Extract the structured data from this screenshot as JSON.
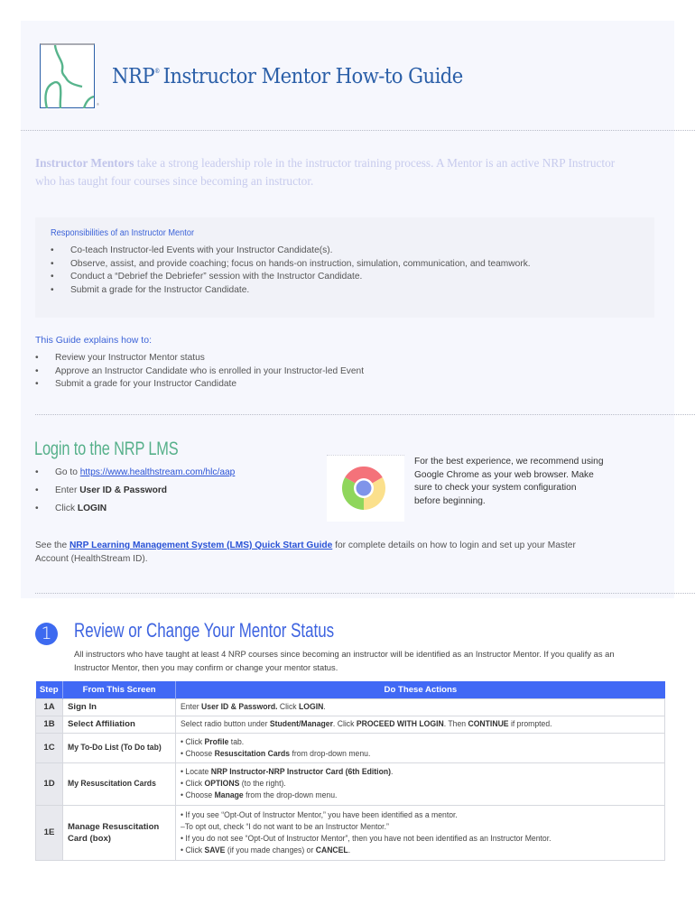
{
  "header": {
    "title_prefix": "NRP",
    "title_reg": "®",
    "title_rest": "Instructor Mentor How-to Guide",
    "logo_reg": "®"
  },
  "intro": {
    "bold": "Instructor Mentors",
    "text": " take a strong leadership role in the instructor training process. A Mentor is an active NRP Instructor who has taught four courses since becoming an instructor."
  },
  "responsibilities": {
    "title": "Responsibilities of an Instructor Mentor",
    "bullet": "•",
    "items": [
      "Co-teach Instructor-led Events with your Instructor Candidate(s).",
      "Observe, assist, and provide coaching; focus on hands-on instruction, simulation, communication, and teamwork.",
      "Conduct a “Debrief the Debriefer” session with the Instructor Candidate.",
      "Submit a grade for the Instructor Candidate."
    ]
  },
  "guide": {
    "title": "This Guide explains how to:",
    "items": [
      "Review your Instructor Mentor status",
      "Approve an Instructor Candidate who is enrolled in your Instructor-led Event",
      "Submit a grade for your Instructor Candidate"
    ]
  },
  "login": {
    "title": "Login to the NRP LMS",
    "item1_prefix": "Go to ",
    "item1_link": "https://www.healthstream.com/hlc/aap",
    "item2_prefix": "Enter ",
    "item2_bold": "User ID & Password",
    "item3_prefix": "Click ",
    "item3_bold": "LOGIN",
    "chrome_note": "For the best experience, we recommend using Google Chrome as your web browser. Make sure to check your system configuration before beginning.",
    "chrome_icon": "chrome-icon",
    "lms_note_prefix": "See the ",
    "lms_note_link": "NRP Learning Management System (LMS) Quick Start Guide",
    "lms_note_suffix": " for complete details on how to login and set up your Master Account (HealthStream ID)."
  },
  "section1": {
    "number": "1",
    "title": "Review or Change Your Mentor Status",
    "description": "All instructors who have taught at least 4 NRP courses since becoming an instructor will be identified as an Instructor Mentor. If you qualify as an Instructor Mentor, then you may confirm or change your mentor status.",
    "table": {
      "headers": [
        "Step",
        "From This Screen",
        "Do These Actions"
      ],
      "rows": [
        {
          "step": "1A",
          "screen": "Sign In"
        },
        {
          "step": "1B",
          "screen": "Select Affiliation"
        },
        {
          "step": "1C",
          "screen": "My To-Do List (To Do tab)"
        },
        {
          "step": "1D",
          "screen": "My Resuscitation Cards"
        },
        {
          "step": "1E",
          "screen": "Manage Resuscitation Card (box)"
        }
      ],
      "actions": {
        "r1": {
          "a": "Enter ",
          "b": "User ID & Password.",
          "c": " Click ",
          "d": "LOGIN",
          "e": "."
        },
        "r2": {
          "a": "Select radio button under ",
          "b": "Student/Manager",
          "c": ". Click ",
          "d": "PROCEED WITH LOGIN",
          "e": ". Then ",
          "f": "CONTINUE",
          "g": " if prompted."
        },
        "r3": {
          "l1a": "• Click ",
          "l1b": "Profile",
          "l1c": " tab.",
          "l2a": "• Choose ",
          "l2b": "Resuscitation Cards",
          "l2c": " from drop-down menu."
        },
        "r4": {
          "l1a": "• Locate ",
          "l1b": "NRP Instructor-NRP Instructor Card (6th Edition)",
          "l1c": ".",
          "l2a": "• Click ",
          "l2b": "OPTIONS",
          "l2c": " (to the right).",
          "l3a": "• Choose ",
          "l3b": "Manage",
          "l3c": " from the drop-down menu."
        },
        "r5": {
          "l1": "• If you see “Opt-Out of Instructor Mentor,” you have been identified as a mentor.",
          "l2": "–To opt out, check “I do not want to be an Instructor Mentor.”",
          "l3": "• If you do not see “Opt-Out of Instructor Mentor”, then you have not been identified as an Instructor Mentor.",
          "l4a": "• Click ",
          "l4b": "SAVE",
          "l4c": " (if you made changes) or ",
          "l4d": "CANCEL",
          "l4e": "."
        }
      }
    }
  },
  "colors": {
    "brand_blue": "#2b5fa8",
    "accent_blue": "#4169f5",
    "login_green": "#56b08a",
    "page_tint": "#f6f7fd"
  }
}
